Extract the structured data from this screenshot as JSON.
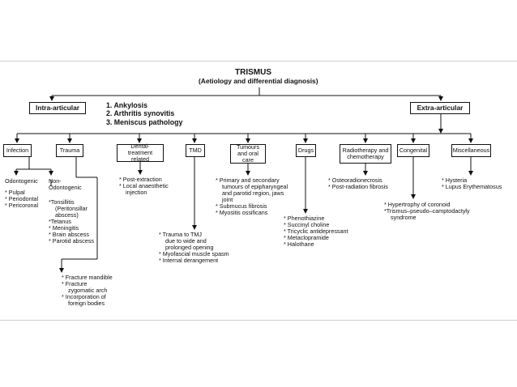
{
  "title": "TRISMUS",
  "subtitle": "(Aetiology and differential diagnosis)",
  "intra_articular": {
    "label": "Intra-articular",
    "causes": [
      "1. Ankylosis",
      "2. Arthritis synovitis",
      "3. Meniscus pathology"
    ]
  },
  "extra_articular": {
    "label": "Extra-articular"
  },
  "categories": [
    {
      "label": "Infection"
    },
    {
      "label": "Trauma"
    },
    {
      "label": "Dental-treatment related"
    },
    {
      "label": "TMD"
    },
    {
      "label": "Tumours and oral care"
    },
    {
      "label": "Drugs"
    },
    {
      "label": "Radiotherapy and chemotherapy"
    },
    {
      "label": "Congenital"
    },
    {
      "label": "Miscellaneous"
    }
  ],
  "infection": {
    "odontogenic": {
      "label": "Odontogenic",
      "items": [
        "* Pulpal",
        "* Periodontal",
        "* Pericoronal"
      ]
    },
    "non_odontogenic": {
      "label_line1": "Non-",
      "label_line2": "Odontogenic",
      "items": [
        "*Tonsillitis",
        "(Peritonsillar",
        "abscess)",
        "*Tetanus",
        "* Meningitis",
        "* Brain abscess",
        "* Parotid abscess"
      ]
    }
  },
  "trauma_items": [
    "* Fracture mandible",
    "* Fracture",
    "zygomatic arch",
    "* Incorporation of",
    "foreign bodies"
  ],
  "dental_items": [
    "* Post-extraction",
    "* Local anaesthetic",
    "injection"
  ],
  "tmd_items": [
    "* Trauma to TMJ",
    "due to wide and",
    "prolonged opening",
    "* Myofascial muscle spasm",
    "* Internal derangement"
  ],
  "tumour_items": [
    "* Primary and secondary",
    "tumours of epipharyngeal",
    "and parotid region, jaws",
    "joint",
    "* Submucus fibrosis",
    "* Myositis ossificans"
  ],
  "drug_items": [
    "* Phenothiazine",
    "* Succinyl choline",
    "* Tricyclic antidepressant",
    "* Metaclopramide",
    "* Halothane"
  ],
  "radio_items": [
    "* Osteoradionecrosis",
    "* Post-radiation fibrosis"
  ],
  "congenital_items": [
    "* Hypertrophy of coronoid",
    "*Trismus–pseudo–camptodactyly",
    "syndrome"
  ],
  "misc_items": [
    "* Hysteria",
    "* Lupus Erythematosus"
  ]
}
